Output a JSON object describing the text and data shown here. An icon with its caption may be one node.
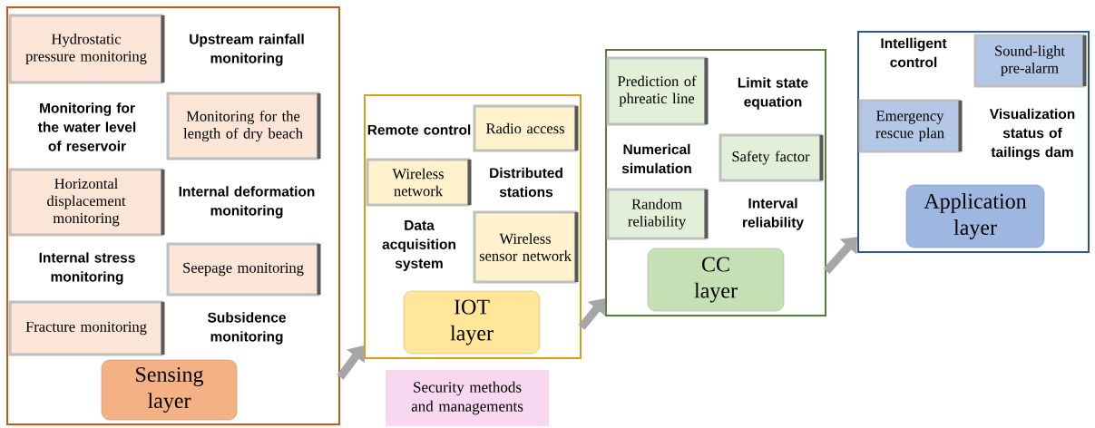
{
  "diagram": {
    "nodes": [
      {
        "text": [],
        "shape": "box"
      },
      {
        "text": [
          "Hydrostatic pressure monitoring"
        ],
        "in": 0
      },
      {
        "text": [
          "Monitoring for the length of dry beach"
        ],
        "in": 0
      },
      {
        "text": [
          "Horizontal displacement monitoring"
        ],
        "in": 0
      },
      {
        "text": [
          "Seepage monitoring"
        ],
        "in": 0
      },
      {
        "text": [
          "Fracture monitoring"
        ],
        "in": 0
      },
      {
        "text": [
          "Sensing layer"
        ],
        "in": 0
      },
      {
        "text": [],
        "shape": "box"
      },
      {
        "text": [
          "Radio access"
        ],
        "in": 7
      },
      {
        "text": [
          "Wireless network"
        ],
        "in": 7
      },
      {
        "text": [
          "Wireless sensor network"
        ],
        "in": 7
      },
      {
        "text": [
          "IOT layer"
        ],
        "in": 7
      },
      {
        "text": [
          "Security methods and managements"
        ]
      },
      {
        "text": [],
        "shape": "box"
      },
      {
        "text": [
          "Prediction of phreatic line"
        ],
        "in": 13
      },
      {
        "text": [
          "Safety factor"
        ],
        "in": 13
      },
      {
        "text": [
          "Random reliability"
        ],
        "in": 13
      },
      {
        "text": [
          "CC layer"
        ],
        "in": 13
      },
      {
        "text": [],
        "shape": "box"
      },
      {
        "text": [
          "Sound-light pre-alarm"
        ],
        "in": 18
      },
      {
        "text": [
          "Emergency rescue plan"
        ],
        "in": 18
      },
      {
        "text": [
          "Application layer"
        ],
        "in": 18
      }
    ],
    "edges": [
      {
        "from": 0,
        "to": 7,
        "arrow": "to"
      },
      {
        "from": 7,
        "to": 13,
        "arrow": "to"
      },
      {
        "from": 13,
        "to": 18,
        "arrow": "to"
      }
    ],
    "labels": [
      "Upstream rainfall monitoring",
      "Monitoring for the water level of reservoir",
      "Internal deformation monitoring",
      "Internal stress monitoring",
      "Subsidence monitoring",
      "Remote control",
      "Distributed stations",
      "Data acquisition system",
      "Limit state equation",
      "Numerical simulation",
      "Interval reliability",
      "Intelligent control",
      "Visualization status of tailings dam"
    ]
  }
}
